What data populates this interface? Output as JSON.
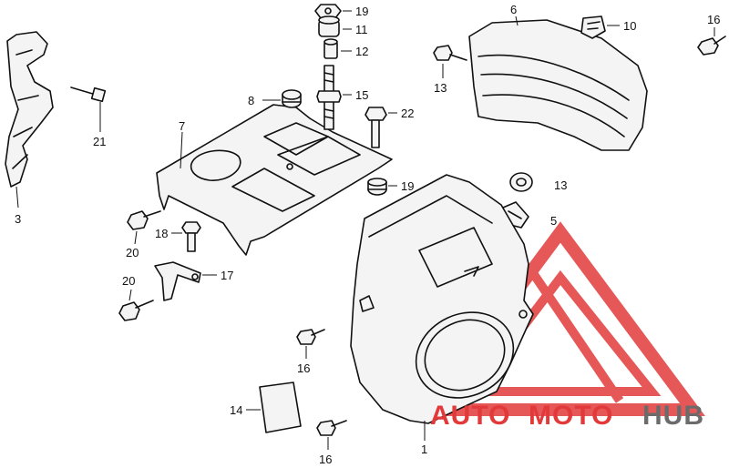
{
  "callouts": {
    "c1": "1",
    "c3": "3",
    "c5": "5",
    "c6": "6",
    "c7": "7",
    "c8": "8",
    "c10": "10",
    "c11": "11",
    "c12": "12",
    "c13a": "13",
    "c13b": "13",
    "c14": "14",
    "c15": "15",
    "c16a": "16",
    "c16b": "16",
    "c16c": "16",
    "c17": "17",
    "c18": "18",
    "c19a": "19",
    "c19b": "19",
    "c20a": "20",
    "c20b": "20",
    "c21": "21",
    "c22": "22"
  },
  "watermark": {
    "part1": "AUTO",
    "part2": "MOTO",
    "part3": "HUB",
    "color_red": "#e23a3a",
    "color_gray": "#6b6b6b"
  },
  "colors": {
    "line": "#111111",
    "background": "#ffffff"
  }
}
